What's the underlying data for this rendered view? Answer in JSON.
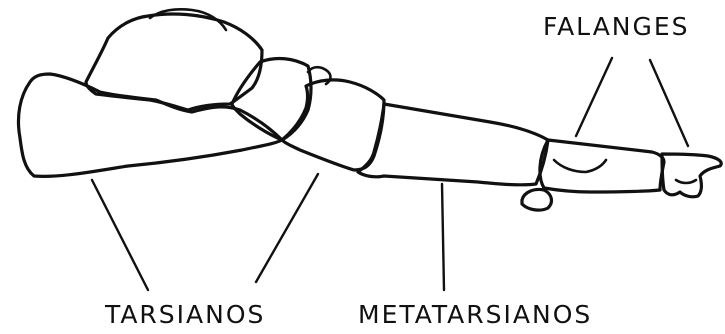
{
  "labels": {
    "falanges": "FALANGES",
    "tarsianos": "TARSIANOS",
    "metatarsianos": "METATARSIANOS"
  },
  "colors": {
    "ink": "#111111",
    "background": "#ffffff"
  }
}
